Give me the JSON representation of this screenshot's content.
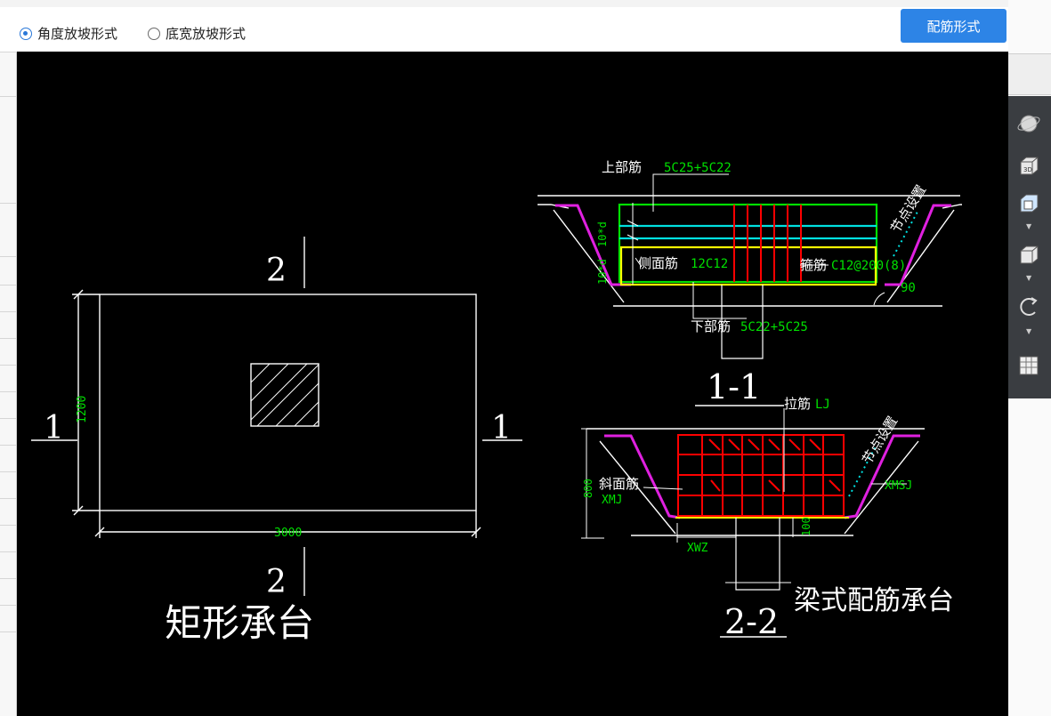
{
  "options": {
    "radio_angle": "角度放坡形式",
    "radio_width": "底宽放坡形式",
    "selected": "angle",
    "rebar_button": "配筋形式"
  },
  "drawing": {
    "rect_cap": {
      "title": "矩形承台",
      "dim_height": "1200",
      "dim_width": "3000",
      "section_1_left": "1",
      "section_1_right": "1",
      "section_2_top": "2",
      "section_2_bottom": "2"
    },
    "section_1_1": {
      "title": "1-1",
      "top_rebar_label": "上部筋",
      "top_rebar_value": "5C25+5C22",
      "side_rebar_label": "侧面筋",
      "side_rebar_value": "12C12",
      "stirrup_label": "箍筋",
      "stirrup_value": "C12@200(8)",
      "bottom_rebar_label": "下部筋",
      "bottom_rebar_value": "5C22+5C25",
      "node_setting": "节点设置",
      "vertical_dim": "10*d",
      "vertical_dim2": "10*d",
      "angle": "90"
    },
    "section_2_2": {
      "title": "2-2",
      "subtitle": "梁式配筋承台",
      "tie_label": "拉筋",
      "tie_value": "LJ",
      "slope_label": "斜面筋",
      "slope_value": "XMJ",
      "xmsj": "XMSJ",
      "xwz": "XWZ",
      "height_dim": "800",
      "dim_100": "100",
      "node_setting": "节点设置"
    }
  },
  "colors": {
    "canvas_bg": "#000000",
    "line_white": "#ffffff",
    "dim_green": "#00e000",
    "magenta": "#e020e0",
    "red": "#ff0000",
    "yellow": "#ffff00",
    "cyan": "#00e0e0",
    "button_blue": "#2d84e6"
  },
  "toolbar_icons": [
    "orbit-icon",
    "view-3d-icon",
    "view-cube-icon",
    "view-cube-dropdown-icon",
    "rotate-icon",
    "grid-select-icon"
  ]
}
